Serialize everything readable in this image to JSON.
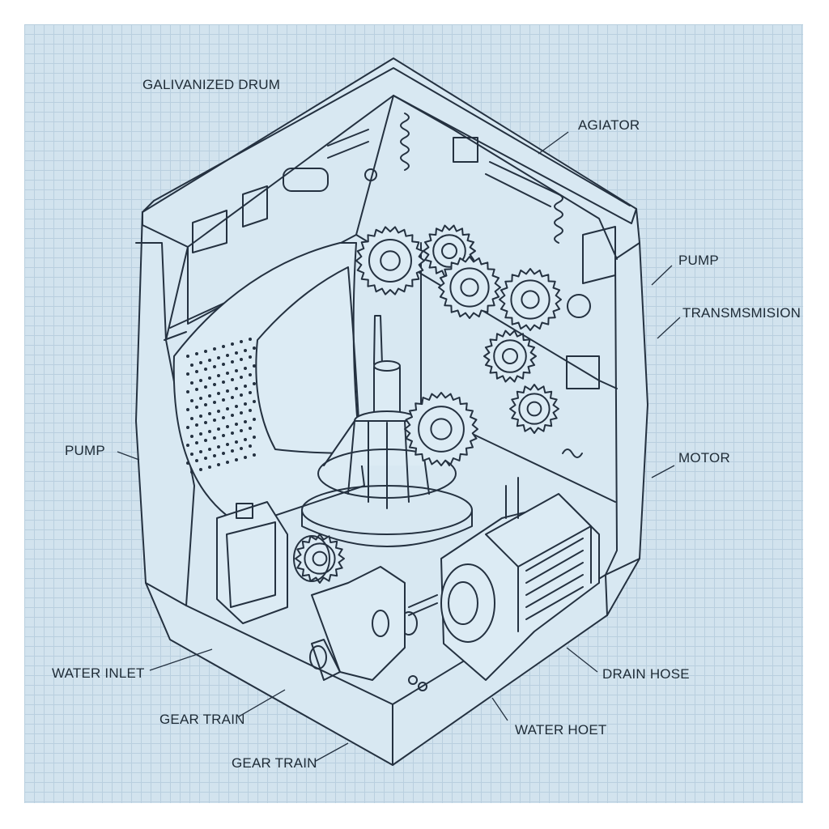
{
  "colors": {
    "paper": "#d2e3ee",
    "ink": "#243140",
    "grid": "#b9cfdf",
    "fill": "#dcebf4"
  },
  "labels": {
    "galvanized_drum": "GALIVANIZED DRUM",
    "agitator": "AGIATOR",
    "pump_right": "PUMP",
    "transmission": "TRANSMSMISION",
    "pump_left": "PUMP",
    "motor": "MOTOR",
    "water_inlet": "WATER INLET",
    "drain_hose": "DRAIN HOSE",
    "gear_train_1": "GEAR TRAIN",
    "gear_train_2": "GEAR TRAIN",
    "water_hoet": "WATER HOET"
  }
}
